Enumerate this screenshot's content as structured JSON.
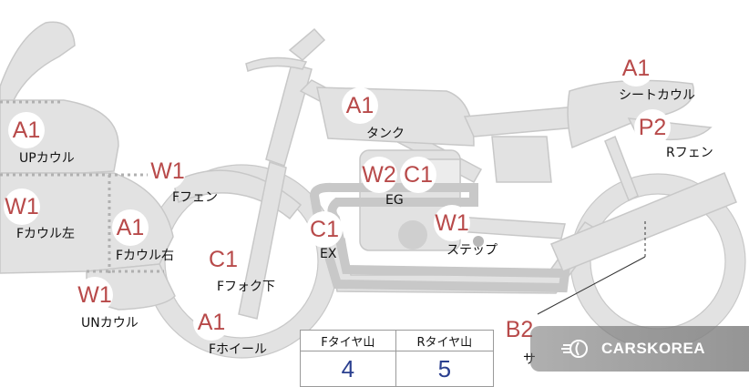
{
  "labels": [
    {
      "id": "upcowl",
      "code": "A1",
      "text": "UPカウル"
    },
    {
      "id": "fcowl-left",
      "code": "W1",
      "text": "Fカウル左"
    },
    {
      "id": "fcowl-right",
      "code": "A1",
      "text": "Fカウル右"
    },
    {
      "id": "uncowl",
      "code": "W1",
      "text": "UNカウル"
    },
    {
      "id": "ffender",
      "code": "W1",
      "text": "Fフェン"
    },
    {
      "id": "ffork",
      "code": "C1",
      "text": "Fフォク下"
    },
    {
      "id": "fwheel",
      "code": "A1",
      "text": "Fホイール"
    },
    {
      "id": "tank",
      "code": "A1",
      "text": "タンク"
    },
    {
      "id": "eg",
      "code1": "W2",
      "code2": "C1",
      "text": "EG"
    },
    {
      "id": "ex",
      "code": "C1",
      "text": "EX"
    },
    {
      "id": "step",
      "code": "W1",
      "text": "ステップ"
    },
    {
      "id": "seatcowl",
      "code": "A1",
      "text": "シートカウル"
    },
    {
      "id": "rfender",
      "code": "P2",
      "text": "Rフェン"
    },
    {
      "id": "partial",
      "code": "B2",
      "text": "サ"
    }
  ],
  "tires": {
    "front_label": "Fタイヤ山",
    "rear_label": "Rタイヤ山",
    "front_value": "4",
    "rear_value": "5"
  },
  "watermark": {
    "text": "CARSKOREA",
    "icon": "flame-logo-icon"
  },
  "colors": {
    "part_fill": "#e2e2e2",
    "outline": "#c8c8c8",
    "code_text": "#b84a4a",
    "value_text": "#2a3f8f"
  }
}
